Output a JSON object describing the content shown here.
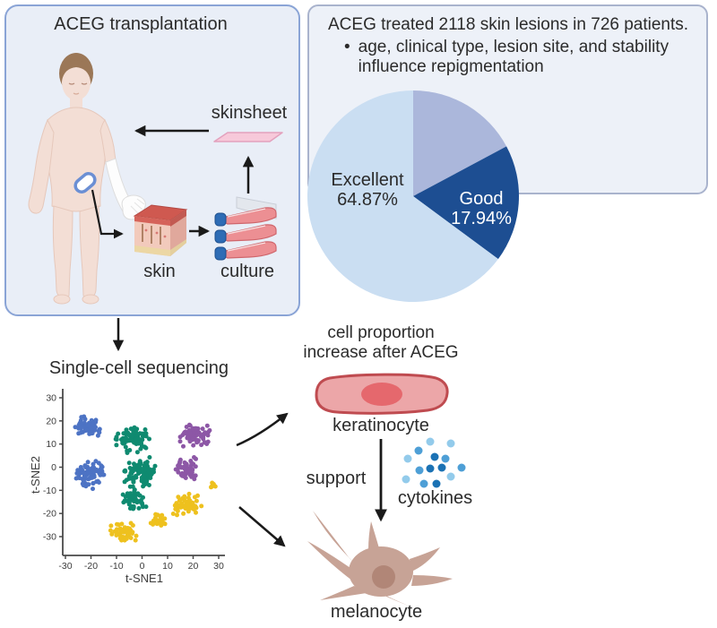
{
  "transplantation_panel": {
    "title": "ACEG transplantation",
    "skinsheet_label": "skinsheet",
    "skin_label": "skin",
    "culture_label": "culture"
  },
  "results_panel": {
    "headline": "ACEG treated 2118 skin lesions in 726 patients.",
    "bullet_marker": "•",
    "bullet_lines": [
      "age, clinical type, lesion site, and stability",
      "influence repigmentation"
    ]
  },
  "single_cell": {
    "title": "Single-cell sequencing"
  },
  "proportion_section": {
    "title_lines": [
      "cell proportion",
      "increase after ACEG"
    ],
    "keratinocyte_label": "keratinocyte",
    "support_label": "support",
    "cytokines_label": "cytokines",
    "melanocyte_label": "melanocyte"
  },
  "colors": {
    "panel_fill": "#e9eef7",
    "panel_left_border": "#8aa4d6",
    "panel_right_border": "#a9b3cd",
    "arrow": "#1a1a1a",
    "cytokine_blues": [
      "#93cbeb",
      "#4e9fd6",
      "#1b72b4"
    ]
  },
  "chart_data": [
    {
      "type": "pie",
      "direction": "clockwise",
      "start_angle_deg_from_12_oclock": 0,
      "legend_position": "none",
      "slices": [
        {
          "label": "",
          "value": 17.19,
          "color": "#abb7db"
        },
        {
          "label": "Good",
          "value": 17.94,
          "color": "#1d4e92",
          "label_color": "#ffffff"
        },
        {
          "label": "Excellent",
          "value": 64.87,
          "color": "#cadef2",
          "label_color": "#2b2b2b"
        }
      ]
    },
    {
      "type": "scatter",
      "title": "Single-cell sequencing",
      "xlabel": "t-SNE1",
      "ylabel": "t-SNE2",
      "xlim": [
        -33,
        33
      ],
      "ylim": [
        -33,
        33
      ],
      "xticks": [
        -30,
        -20,
        -10,
        0,
        10,
        20,
        30
      ],
      "yticks": [
        -30,
        -20,
        -10,
        0,
        10,
        20,
        30
      ],
      "grid": false,
      "clusters": [
        {
          "name": "cluster-blue",
          "color": "#4d73c4",
          "blobs": [
            {
              "cx": -21.5,
              "cy": 17.5,
              "rx": 5.5,
              "ry": 5,
              "n": 60
            },
            {
              "cx": -21,
              "cy": -3,
              "rx": 6.5,
              "ry": 7.5,
              "n": 85
            }
          ]
        },
        {
          "name": "cluster-teal",
          "color": "#0f8a70",
          "blobs": [
            {
              "cx": -4,
              "cy": 12,
              "rx": 7.5,
              "ry": 6,
              "n": 85
            },
            {
              "cx": -1,
              "cy": -2,
              "rx": 7,
              "ry": 7,
              "n": 95
            },
            {
              "cx": -3,
              "cy": -14,
              "rx": 6,
              "ry": 5,
              "n": 45
            }
          ]
        },
        {
          "name": "cluster-purple",
          "color": "#8d57a6",
          "blobs": [
            {
              "cx": 21,
              "cy": 14,
              "rx": 6.5,
              "ry": 5.5,
              "n": 70
            },
            {
              "cx": 17,
              "cy": -1,
              "rx": 5,
              "ry": 5.5,
              "n": 50
            }
          ]
        },
        {
          "name": "cluster-yellow",
          "color": "#eec11e",
          "blobs": [
            {
              "cx": -7,
              "cy": -28,
              "rx": 6,
              "ry": 4.5,
              "n": 50
            },
            {
              "cx": 6,
              "cy": -23,
              "rx": 4,
              "ry": 3,
              "n": 25
            },
            {
              "cx": 17,
              "cy": -16,
              "rx": 6.5,
              "ry": 5,
              "n": 55
            },
            {
              "cx": 27.5,
              "cy": -8,
              "rx": 2.5,
              "ry": 1.8,
              "n": 7
            }
          ]
        }
      ]
    }
  ]
}
